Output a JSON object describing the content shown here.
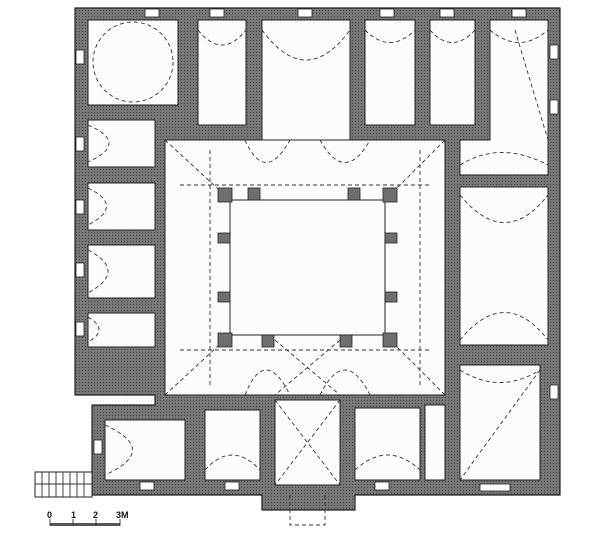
{
  "plan": {
    "scale_bar": {
      "labels": [
        "0",
        "1",
        "2",
        "3M"
      ]
    }
  }
}
